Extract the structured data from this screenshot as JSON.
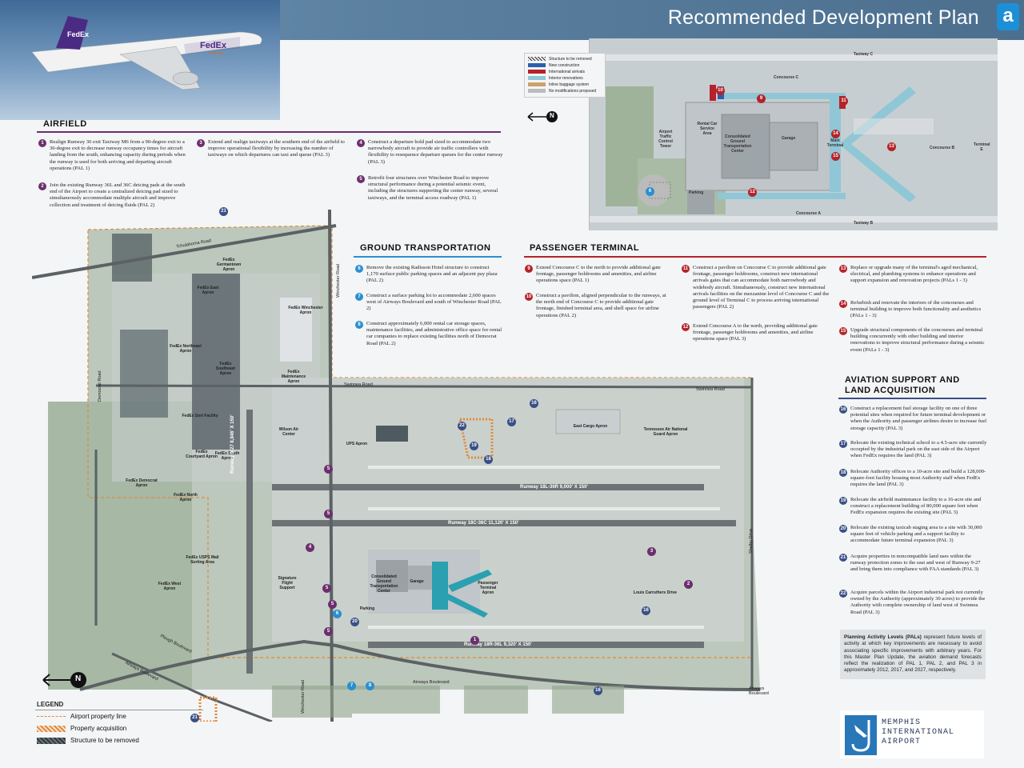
{
  "header": {
    "title": "Recommended Development Plan",
    "badge": "a"
  },
  "plane": {
    "tail": "FedEx",
    "body": "FedEx",
    "sub": "Express"
  },
  "inset_legend": [
    {
      "label": "Structure to be removed",
      "color": "hatch"
    },
    {
      "label": "New construction",
      "color": "#2a5fb0"
    },
    {
      "label": "International arrivals",
      "color": "#b52229"
    },
    {
      "label": "Interior renovations",
      "color": "#8fc7d6"
    },
    {
      "label": "Inline baggage system",
      "color": "#c9a36a"
    },
    {
      "label": "No modifications proposed",
      "color": "#b8bcbf"
    }
  ],
  "inset_labels": {
    "taxiway_c": "Taxiway C",
    "concourse_c": "Concourse C",
    "concourse_b": "Concourse B",
    "concourse_a": "Concourse A",
    "taxiway_b": "Taxiway B",
    "terminal_e": "Terminal E",
    "tower": "Airport Traffic Control Tower",
    "rental": "Rental Car Service Area",
    "cgtc": "Consolidated Ground Transportation Center",
    "garage": "Garage",
    "main_terminal": "Main Terminal",
    "parking": "Parking"
  },
  "inset_markers": [
    "10",
    "9",
    "11",
    "14",
    "13",
    "15",
    "12",
    "6"
  ],
  "airfield": {
    "title": "AIRFIELD",
    "items": [
      {
        "n": "1",
        "text": "Realign Runway 36 exit Taxiway M6 from a 90-degree exit to a 30-degree exit to decrease runway occupancy times for aircraft landing from the south, enhancing capacity during periods when the runway is used for both arriving and departing aircraft operations (PAL 1)"
      },
      {
        "n": "2",
        "text": "Join the existing Runway 36L and 36C deicing pads at the south end of the Airport to create a centralized deicing pad sized to simultaneously accommodate multiple aircraft and improve collection and treatment of deicing fluids (PAL 2)"
      },
      {
        "n": "3",
        "text": "Extend and realign taxiways at the southern end of the airfield to improve operational flexibility by increasing the number of taxiways on which departures can taxi and queue (PAL 3)"
      },
      {
        "n": "4",
        "text": "Construct a departure hold pad sized to accommodate two narrowbody aircraft to provide air traffic controllers with flexibility to resequence departure queues for the center runway (PAL 3)"
      },
      {
        "n": "5",
        "text": "Retrofit four structures over Winchester Road to improve structural performance during a potential seismic event, including the structures supporting the center runway, several taxiways, and the terminal access roadway (PAL 1)"
      }
    ]
  },
  "ground": {
    "title": "GROUND TRANSPORTATION",
    "items": [
      {
        "n": "6",
        "text": "Remove the existing Radisson Hotel structure to construct 1,170 surface public parking spaces and an adjacent pay plaza (PAL 2)"
      },
      {
        "n": "7",
        "text": "Construct a surface parking lot to accommodate 2,600 spaces west of Airways Boulevard and south of Winchester Road (PAL 2)"
      },
      {
        "n": "8",
        "text": "Construct approximately 6,000 rental car storage spaces, maintenance facilities, and administrative office space for rental car companies to replace existing facilities north of Democrat Road (PAL 2)"
      }
    ]
  },
  "terminal": {
    "title": "PASSENGER TERMINAL",
    "items": [
      {
        "n": "9",
        "text": "Extend Concourse C to the north to provide additional gate frontage, passenger holdrooms and amenities, and airline operations space (PAL 1)"
      },
      {
        "n": "10",
        "text": "Construct a pavilion, aligned perpendicular to the runways, at the north end of Concourse C to provide additional gate frontage, finished terminal area, and shell space for airline operations (PAL 2)"
      },
      {
        "n": "11",
        "text": "Construct a pavilion on Concourse C to provide additional gate frontage, passenger holdrooms, construct new international arrivals gates that can accommodate both narrowbody and widebody aircraft. Simultaneously, construct new international arrivals facilities on the mezzanine level of Concourse C and the ground level of Terminal C to process arriving international passengers (PAL 2)"
      },
      {
        "n": "12",
        "text": "Extend Concourse A to the north, providing additional gate frontage, passenger holdrooms and amenities, and airline operations space (PAL 3)"
      },
      {
        "n": "13",
        "text": "Replace or upgrade many of the terminal's aged mechanical, electrical, and plumbing systems to enhance operations and support expansion and renovation projects (PALs 1 - 3)"
      },
      {
        "n": "14",
        "text": "Refurbish and renovate the interiors of the concourses and terminal building to improve both functionality and aesthetics (PALs 1 - 3)"
      },
      {
        "n": "15",
        "text": "Upgrade structural components of the concourses and terminal building concurrently with other building and interior renovations to improve structural performance during a seismic event (PALs 1 - 3)"
      }
    ]
  },
  "aviation": {
    "title_line1": "AVIATION SUPPORT AND",
    "title_line2": "LAND ACQUISITION",
    "items": [
      {
        "n": "16",
        "text": "Construct a replacement fuel storage facility on one of three potential sites when required for future terminal development or when the Authority and passenger airlines desire to increase fuel storage capacity (PAL 3)"
      },
      {
        "n": "17",
        "text": "Relocate the existing technical school to a 4.5-acre site currently occupied by the industrial park on the east side of the Airport when FedEx requires the land (PAL 3)"
      },
      {
        "n": "18",
        "text": "Relocate Authority offices to a 10-acre site and build a 128,000-square-foot facility housing most Authority staff when FedEx requires the land (PAL 3)"
      },
      {
        "n": "19",
        "text": "Relocate the airfield maintenance facility to a 16-acre site and construct a replacement building of 80,000 square feet when FedEx expansion requires the existing site (PAL 3)"
      },
      {
        "n": "20",
        "text": "Relocate the existing taxicab staging area to a site with 30,000 square feet of vehicle parking and a support facility to accommodate future terminal expansion (PAL 3)"
      },
      {
        "n": "21",
        "text": "Acquire properties in noncompatible land uses within the runway protection zones to the east and west of Runway 9-27 and bring them into compliance with FAA standards (PAL 3)"
      },
      {
        "n": "22",
        "text": "Acquire parcels within the Airport industrial park not currently owned by the Authority (approximately 30 acres) to provide the Authority with complete ownership of land west of Swinnea Road (PAL 3)"
      }
    ]
  },
  "pal_note": {
    "bold": "Planning Activity Levels (PALs)",
    "text": " represent future levels of activity at which key improvements are necessary to avoid associating specific improvements with arbitrary years. For this Master Plan Update, the aviation demand forecasts reflect the realization of PAL 1, PAL 2, and PAL 3 in approximately 2012, 2017, and 2027, respectively."
  },
  "logo": {
    "line1": "MEMPHIS",
    "line2": "INTERNATIONAL",
    "line3": "AIRPORT"
  },
  "legend": {
    "title": "LEGEND",
    "items": [
      {
        "label": "Airport property line"
      },
      {
        "label": "Property acquisition"
      },
      {
        "label": "Structure to be removed"
      }
    ]
  },
  "north": "N",
  "map_labels": {
    "fedex_germantown": "FedEx Germantown Apron",
    "fedex_east": "FedEx East Apron",
    "fedex_winchester": "FedEx Winchester Apron",
    "fedex_northeast": "FedEx Northeast Apron",
    "fedex_southeast": "FedEx Southeast Apron",
    "fedex_maintenance": "FedEx Maintenance Apron",
    "fedex_sort": "FedEx Sort Facility",
    "fedex_courtyard": "FedEx Courtyard Apron",
    "fedex_south": "FedEx South Apron",
    "fedex_democrat": "FedEx Democrat Apron",
    "fedex_north": "FedEx North Apron",
    "fedex_usps": "FedEx USPS Mail Sorting Area",
    "fedex_west": "FedEx West Apron",
    "wilson": "Wilson Air Center",
    "ups": "UPS Apron",
    "east_cargo": "East Cargo Apron",
    "tn_air": "Tennessee Air National Guard Apron",
    "signature": "Signature Flight Support",
    "cgtc": "Consolidated Ground Transportation Center",
    "garage": "Garage",
    "parking": "Parking",
    "terminal_apron": "Passenger Terminal Apron",
    "louis": "Louis Carruthers Drive",
    "rw_18l": "Runway 18L-36R 9,000' X 150'",
    "rw_18c": "Runway 18C-36C 11,120' X 150'",
    "rw_18r": "Runway 18R-36L 9,320' X 150'",
    "rw_927": "Runway 9-27 8,946' X 150'",
    "tchulahoma": "Tchulahoma Road",
    "winchester_v": "Winchester Road",
    "democrat": "Democrat Road",
    "swinnea1": "Swinnea Road",
    "swinnea2": "Swinnea Road",
    "shelby": "Shelby Drive",
    "plough": "Plough Boulevard",
    "airways1": "Airways Boulevard",
    "airways2": "Airways Boulevard",
    "airways3": "Airways Boulevard",
    "winchester_s": "Winchester Road"
  },
  "map_markers": [
    "21",
    "16",
    "22",
    "17",
    "19",
    "18",
    "5",
    "5",
    "5",
    "5",
    "5",
    "4",
    "3",
    "2",
    "1",
    "6",
    "20",
    "16",
    "7",
    "8",
    "16",
    "21"
  ]
}
